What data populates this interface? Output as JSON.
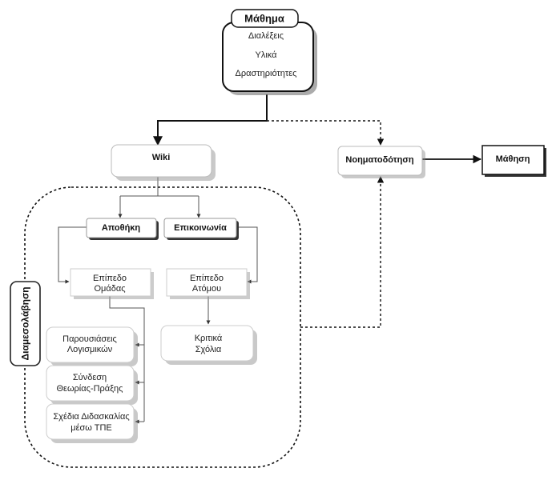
{
  "diagram": {
    "mathima": {
      "title": "Μάθημα",
      "items": [
        "Διαλέξεις",
        "Υλικά",
        "Δραστηριότητες"
      ]
    },
    "wiki": "Wiki",
    "nomatodotisi": "Νοηματοδότηση",
    "mathisi": "Μάθηση",
    "apothiki": "Αποθήκη",
    "epikoinonia": "Επικοινωνία",
    "epipedo_omadas": [
      "Επίπεδο",
      "Ομάδας"
    ],
    "epipedo_atomou": [
      "Επίπεδο",
      "Ατόμου"
    ],
    "kritika_sxolia": [
      "Κριτικά",
      "Σχόλια"
    ],
    "parousiaseis": [
      "Παρουσιάσεις",
      "Λογισμικών"
    ],
    "syndesi": [
      "Σύνδεση",
      "Θεωρίας-Πράξης"
    ],
    "sxedia": [
      "Σχέδια Διδασκαλίας",
      "μέσω ΤΠΕ"
    ],
    "diamesolavisi": "Διαμεσολάβηση"
  }
}
